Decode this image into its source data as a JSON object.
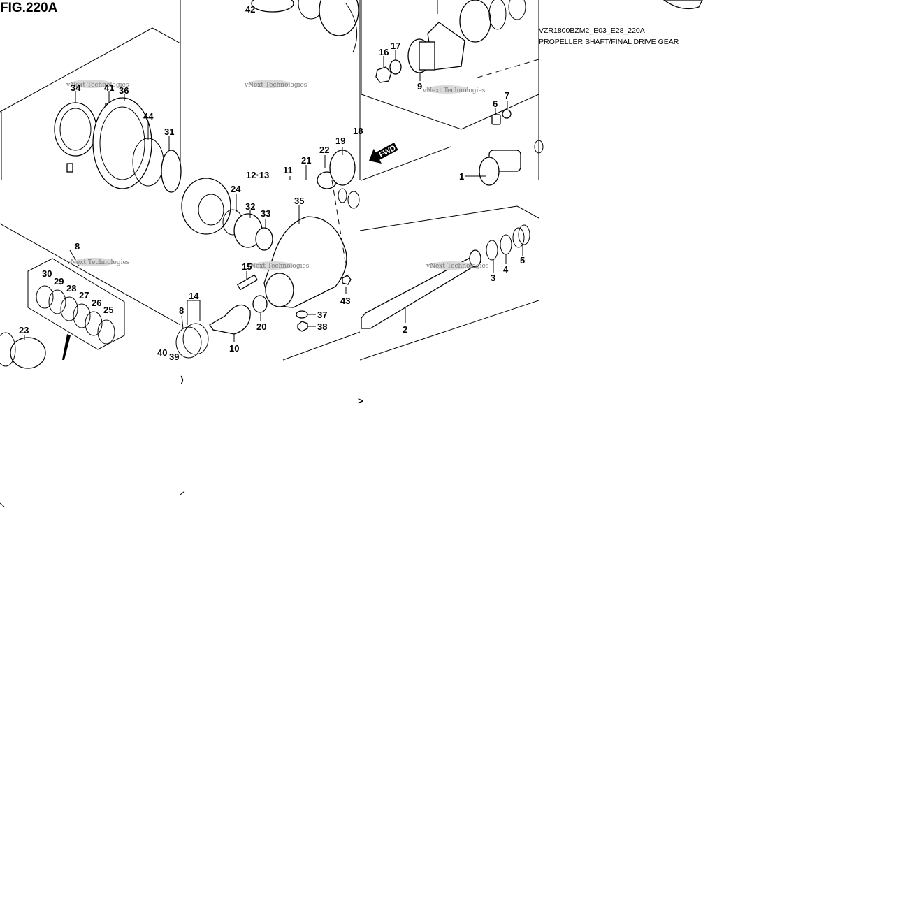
{
  "figure": {
    "title": "FIG.220A",
    "model_code": "VZR1800BZM2_E03_E28_220A",
    "caption": "PROPELLER SHAFT/FINAL DRIVE GEAR"
  },
  "watermark": "vNext Technologies",
  "fwd_arrow": "FWD",
  "stray_marks": [
    ">",
    "⟩"
  ],
  "callouts": [
    "42",
    "34",
    "41",
    "36",
    "44",
    "31",
    "12·13",
    "11",
    "21",
    "22",
    "19",
    "18",
    "24",
    "32",
    "33",
    "35",
    "15",
    "20",
    "37",
    "38",
    "43",
    "14",
    "8",
    "10",
    "8",
    "30",
    "29",
    "28",
    "27",
    "26",
    "25",
    "23",
    "40",
    "39",
    "16",
    "17",
    "9",
    "6",
    "7",
    "1",
    "2",
    "3",
    "4",
    "5"
  ]
}
